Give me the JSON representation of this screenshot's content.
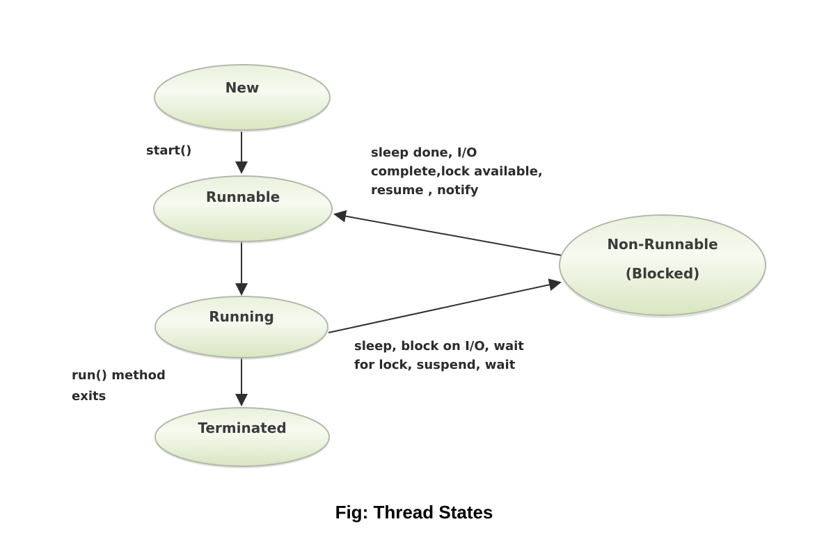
{
  "diagram": {
    "title": "Thread States",
    "caption": "Fig: Thread States",
    "type": "state-diagram",
    "nodes": [
      {
        "id": "new",
        "label": "New"
      },
      {
        "id": "runnable",
        "label": "Runnable"
      },
      {
        "id": "running",
        "label": "Running"
      },
      {
        "id": "terminated",
        "label": "Terminated"
      },
      {
        "id": "non-runnable",
        "label": "Non-Runnable",
        "label_lines": [
          "Non-Runnable",
          "(Blocked)"
        ]
      }
    ],
    "edges": [
      {
        "from": "new",
        "to": "runnable",
        "label": "start()",
        "label_lines": [
          "start()"
        ]
      },
      {
        "from": "runnable",
        "to": "running",
        "label": "",
        "label_lines": []
      },
      {
        "from": "running",
        "to": "terminated",
        "label": "run() method exits",
        "label_lines": [
          "run() method",
          "exits"
        ]
      },
      {
        "from": "non-runnable",
        "to": "runnable",
        "label": "sleep done, I/O complete,lock available, resume , notify",
        "label_lines": [
          "sleep done, I/O",
          "complete,lock available,",
          "resume , notify"
        ]
      },
      {
        "from": "running",
        "to": "non-runnable",
        "label": "sleep, block on I/O, wait for lock, suspend,  wait",
        "label_lines": [
          "sleep, block on I/O, wait",
          "for lock, suspend,  wait"
        ]
      }
    ],
    "colors": {
      "node_fill_top": "#e9f1dc",
      "node_fill_mid": "#f7faf1",
      "node_fill_bottom": "#d8e6c0",
      "node_border": "#b3b8ad",
      "node_text": "#3b3b3b",
      "edge_text": "#2b2b2b",
      "arrow": "#2f2f2f",
      "background": "#ffffff"
    }
  }
}
